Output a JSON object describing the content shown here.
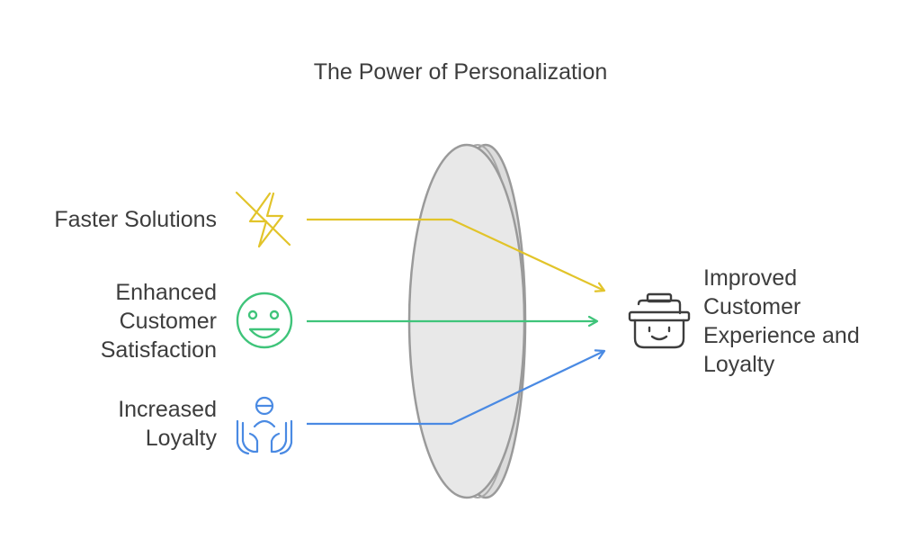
{
  "title": "The Power of Personalization",
  "inputs": [
    {
      "lines": [
        "Faster Solutions"
      ],
      "icon": "lightning-off-icon",
      "color": "#e2c42a"
    },
    {
      "lines": [
        "Enhanced",
        "Customer",
        "Satisfaction"
      ],
      "icon": "smiley-face-icon",
      "color": "#3fc47a"
    },
    {
      "lines": [
        "Increased",
        "Loyalty"
      ],
      "icon": "hands-supporting-person-icon",
      "color": "#4a8ae3"
    }
  ],
  "output": {
    "lines": [
      "Improved",
      "Customer",
      "Experience and",
      "Loyalty"
    ],
    "icon": "basket-smile-icon",
    "color": "#3d3d3d"
  },
  "lens": {
    "fill": "#e6e6e6",
    "stroke": "#9a9a9a"
  }
}
